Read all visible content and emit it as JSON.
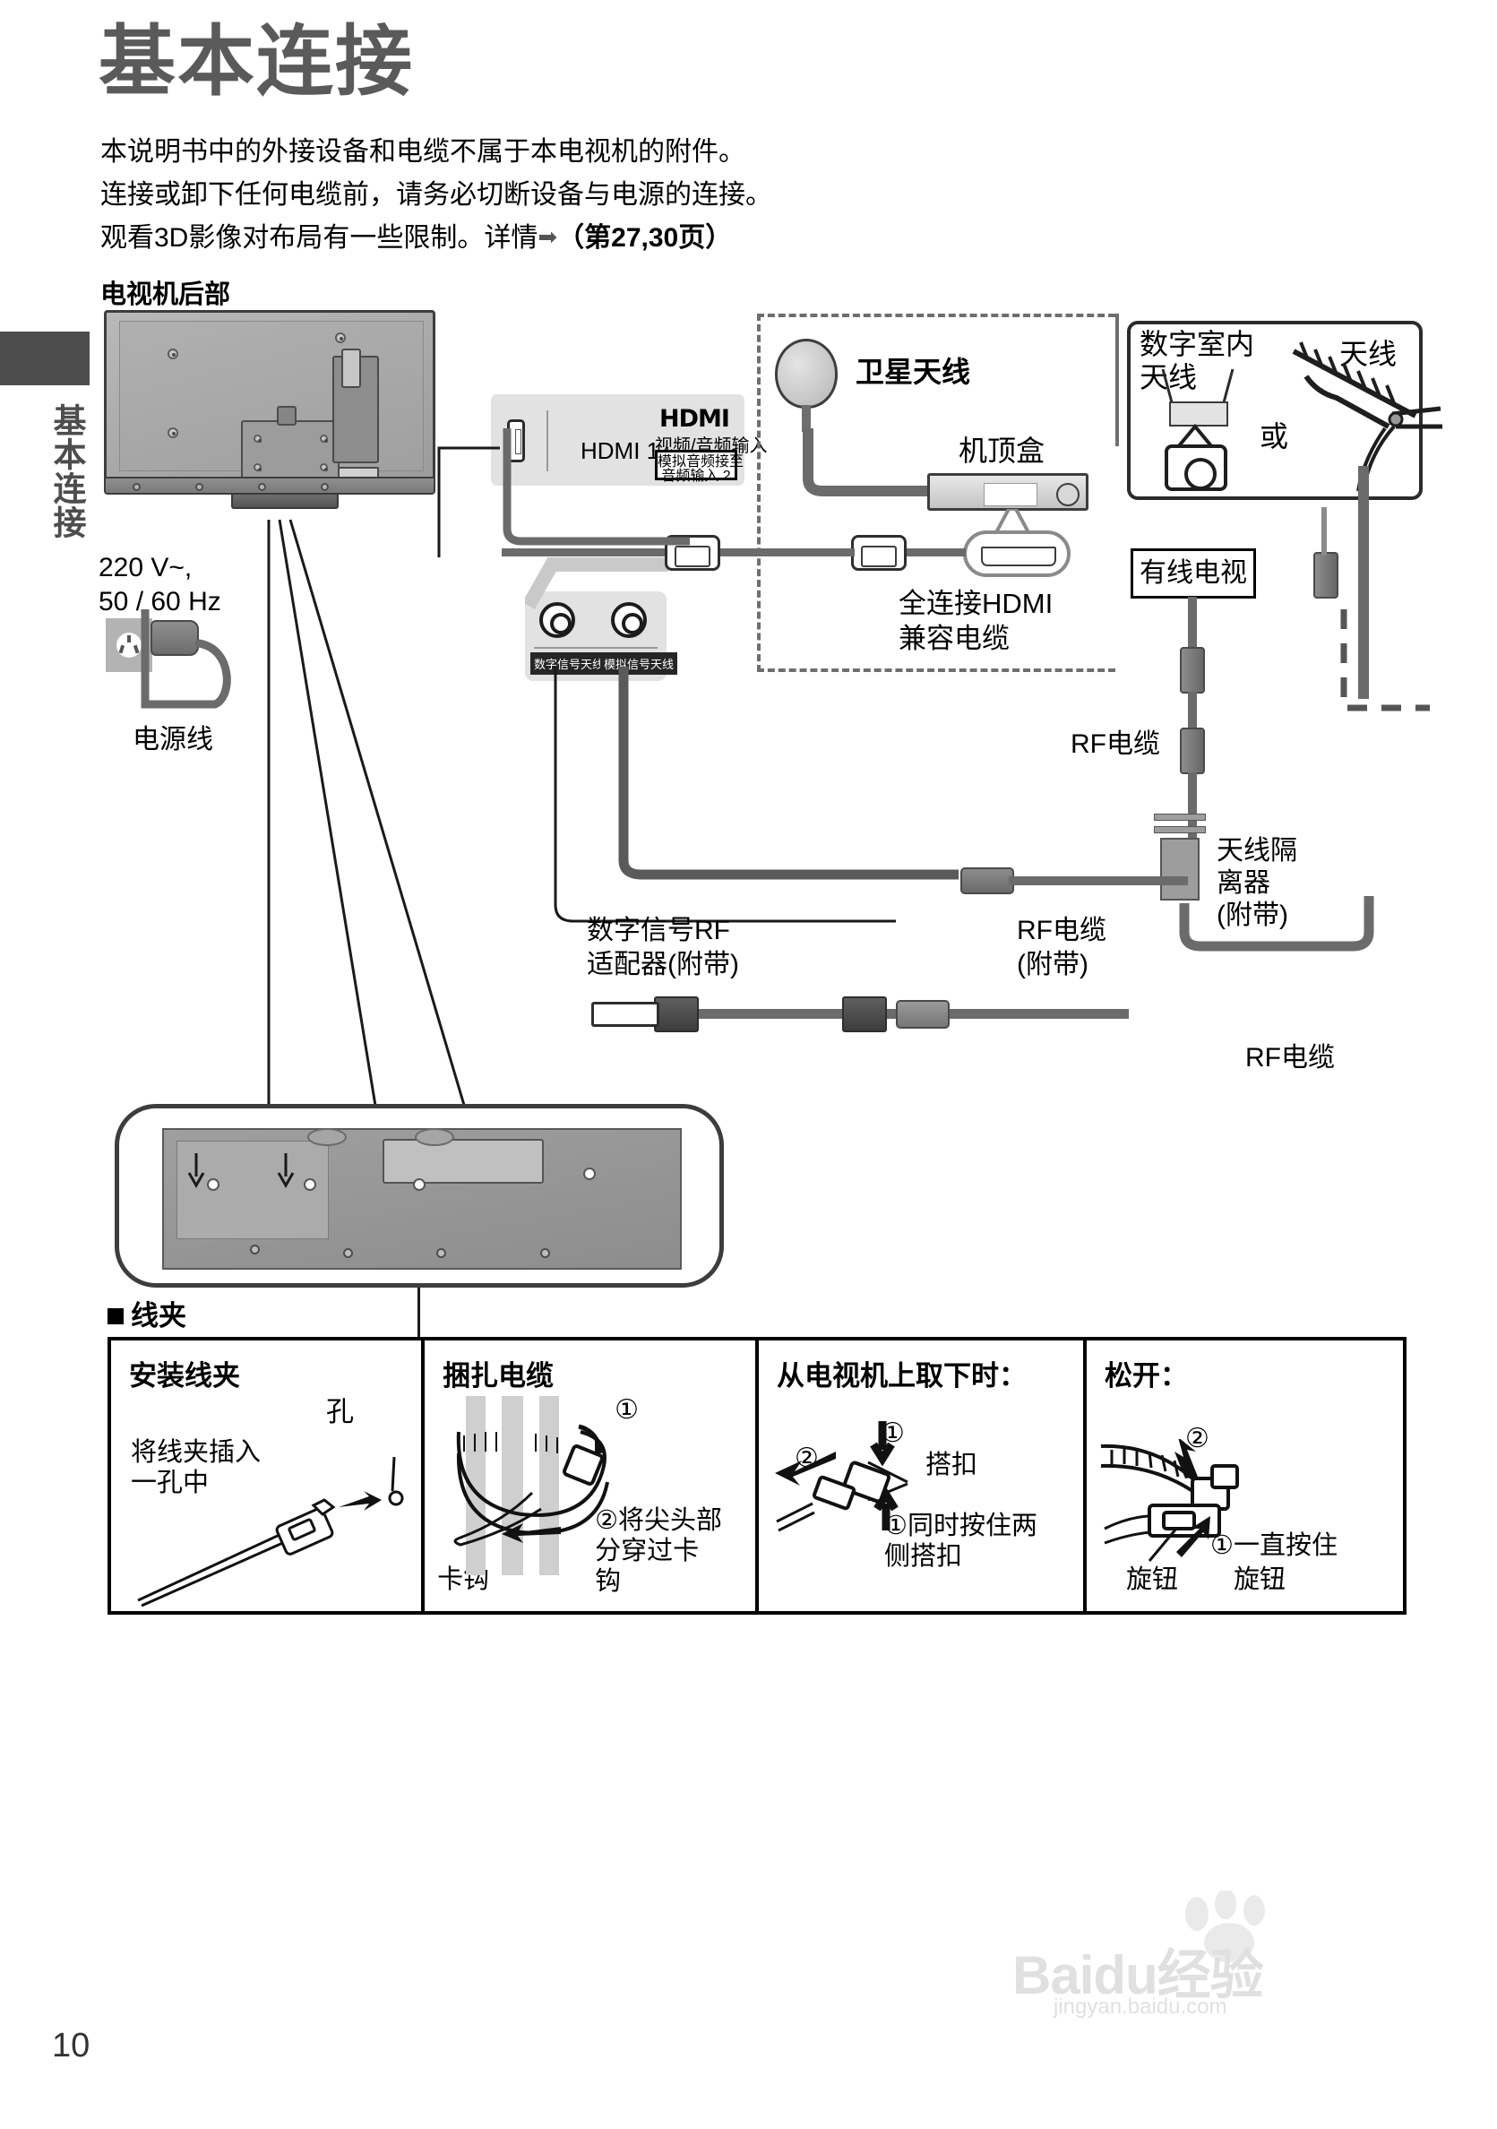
{
  "page": {
    "title": "基本连接",
    "number": "10",
    "side_tab": "基本连接"
  },
  "intro": {
    "line1": "本说明书中的外接设备和电缆不属于本电视机的附件。",
    "line2": "连接或卸下任何电缆前，请务必切断设备与电源的连接。",
    "line3_pre": "观看3D影像对布局有一些限制。详情",
    "line3_arrow": "➡",
    "line3_ref": "（第27,30页）"
  },
  "diagram": {
    "tv_back_label": "电视机后部",
    "power_spec": "220 V~,\n50 / 60 Hz",
    "power_cord_label": "电源线",
    "hdmi_panel": {
      "port_label": "HDMI 1",
      "logo": "HDMI",
      "av_input": "视频/音频输入",
      "analog_note": "模拟音频接至\n音频输入 2"
    },
    "antenna_panel": {
      "digital_tag": "数字信号天线",
      "analog_tag": "模拟信号天线"
    },
    "satellite": {
      "dish_label": "卫星天线",
      "stb_label": "机顶盒",
      "hdmi_cable_label": "全连接HDMI\n兼容电缆"
    },
    "antenna_box": {
      "indoor_label": "数字室内\n天线",
      "antenna_label": "天线",
      "or_label": "或"
    },
    "cable_tv_label": "有线电视",
    "rf_cable_label": "RF电缆",
    "rf_cable_label_right": "RF电缆",
    "antenna_isolator_label": "天线隔\n离器\n(附带)",
    "rf_adapter_label": "数字信号RF\n适配器(附带)",
    "rf_cable_supplied_label": "RF电缆\n(附带)"
  },
  "clamp": {
    "heading": "线夹",
    "panels": [
      {
        "title": "安装线夹",
        "body": "将线夹插入\n一孔中",
        "callout": "孔"
      },
      {
        "title": "捆扎电缆",
        "label_hook": "卡钩",
        "step1": "①",
        "step2_text": "②将尖头部\n分穿过卡\n钩"
      },
      {
        "title": "从电视机上取下时：",
        "step1_mark": "①",
        "step2_mark": "②",
        "buckle_label": "搭扣",
        "press_text": "①同时按住两\n侧搭扣"
      },
      {
        "title": "松开：",
        "step2_mark": "②",
        "knob_label_left": "旋钮",
        "knob_label_right": "旋钮",
        "hold_text": "①一直按住"
      }
    ]
  },
  "watermark": {
    "brand": "Baidu经验",
    "url": "jingyan.baidu.com"
  }
}
